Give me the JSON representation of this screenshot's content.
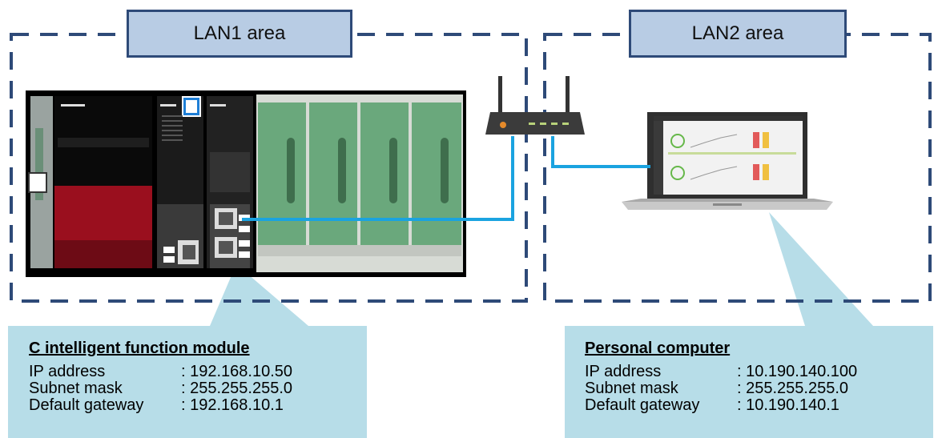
{
  "areas": {
    "lan1": "LAN1 area",
    "lan2": "LAN2 area"
  },
  "module_info": {
    "title": "C intelligent function module",
    "rows": [
      {
        "key": "IP address",
        "value": ": 192.168.10.50"
      },
      {
        "key": "Subnet mask",
        "value": ": 255.255.255.0"
      },
      {
        "key": "Default gateway",
        "value": ": 192.168.10.1"
      }
    ]
  },
  "pc_info": {
    "title": "Personal computer",
    "rows": [
      {
        "key": "IP address",
        "value": ": 10.190.140.100"
      },
      {
        "key": "Subnet mask",
        "value": ": 255.255.255.0"
      },
      {
        "key": "Default gateway",
        "value": ": 10.190.140.1"
      }
    ]
  },
  "colors": {
    "area_border": "#2e4a78",
    "label_fill": "#b8cce4",
    "callout_fill": "#b7dde8",
    "cable": "#1aa3e0",
    "rack_green": "#6aa87c",
    "cpu_red": "#9a0f1e"
  },
  "icons": [
    "plc-rack-icon",
    "router-icon",
    "laptop-icon"
  ]
}
